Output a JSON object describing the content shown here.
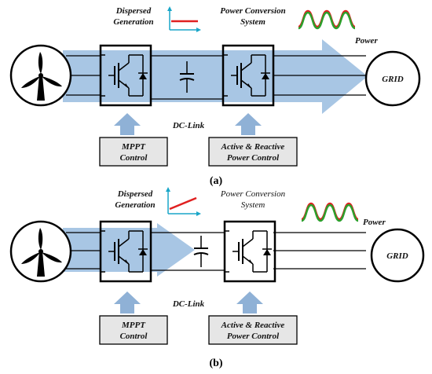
{
  "colors": {
    "flow": "#a8c6e4",
    "arrow_up": "#8fb1d6",
    "ctrl_box": "#e6e6e6",
    "wave_red": "#e02020",
    "wave_green": "#2ca02c",
    "dc_red": "#e02020",
    "axis_cyan": "#19a6c8"
  },
  "icons": [
    "wind-turbine-icon",
    "igbt-switch-icon",
    "capacitor-icon",
    "sine-wave-icon",
    "dc-level-icon",
    "up-arrow-icon"
  ],
  "panel_a": {
    "label": "(a)",
    "dg_title": [
      "Dispersed",
      "Generation"
    ],
    "pcs_title": [
      "Power Conversion",
      "System"
    ],
    "power_label": "Power",
    "grid_label": "GRID",
    "dclink_label": "DC-Link",
    "mppt": [
      "MPPT",
      "Control"
    ],
    "arc": [
      "Active & Reactive",
      "Power Control"
    ]
  },
  "panel_b": {
    "label": "(b)",
    "dg_title": [
      "Dispersed",
      "Generation"
    ],
    "pcs_title": [
      "Power Conversion",
      "System"
    ],
    "power_label": "Power",
    "grid_label": "GRID",
    "dclink_label": "DC-Link",
    "mppt": [
      "MPPT",
      "Control"
    ],
    "arc": [
      "Active & Reactive",
      "Power Control"
    ]
  }
}
